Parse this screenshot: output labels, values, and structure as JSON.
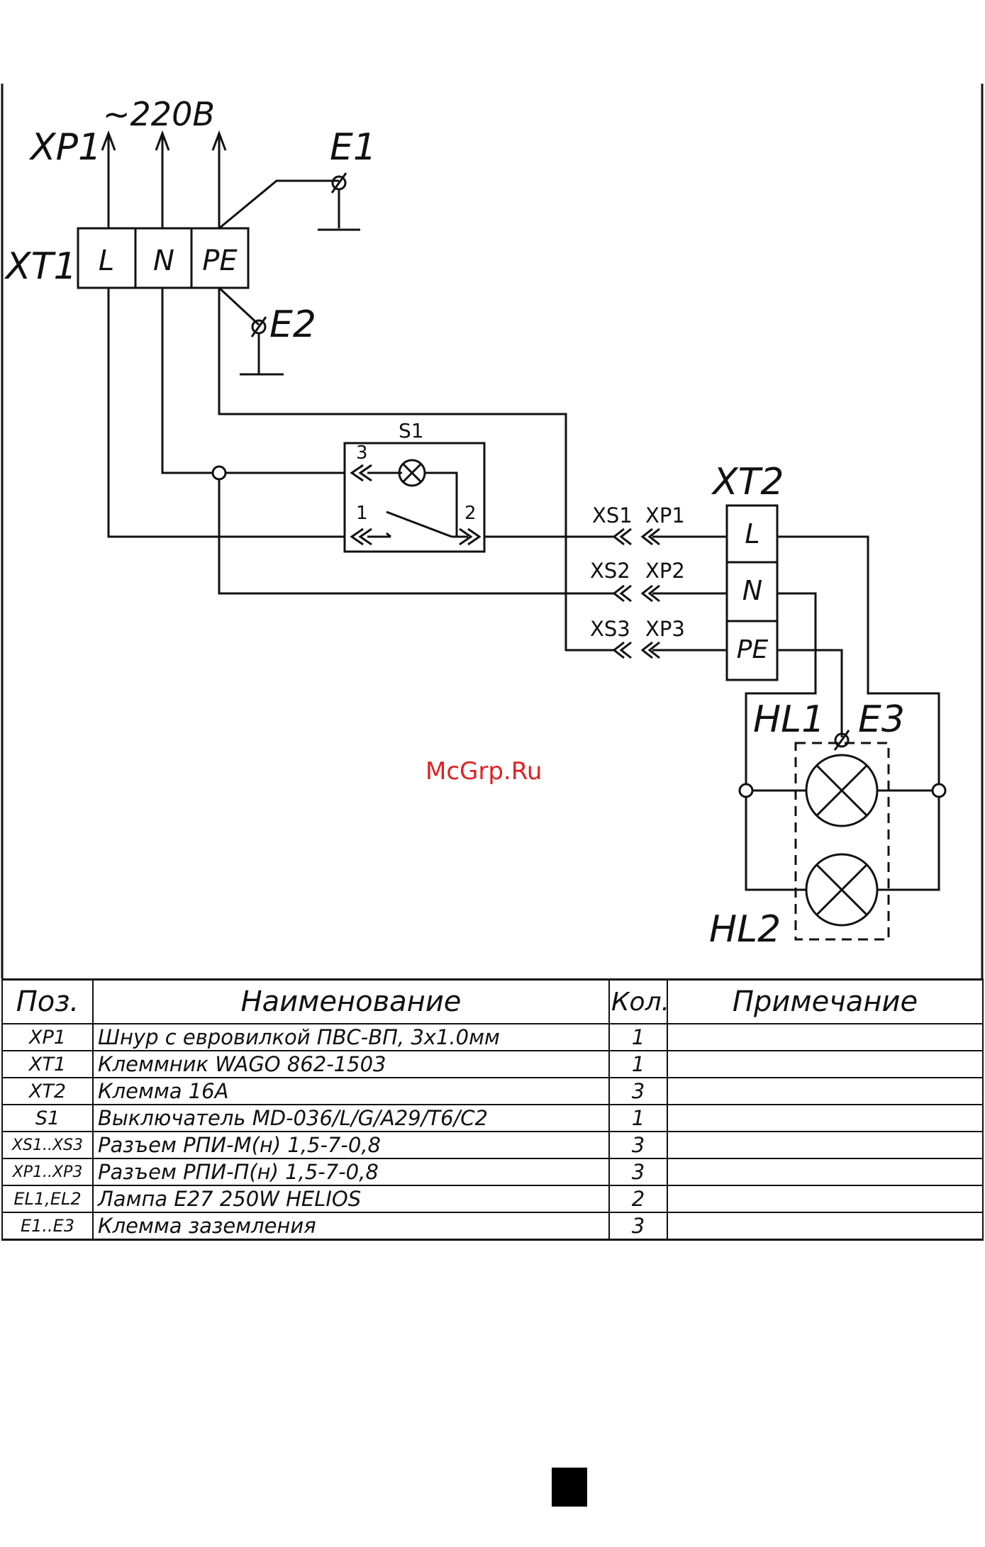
{
  "diagram": {
    "supply_label": "~220B",
    "xp1": "XP1",
    "xt1": "XT1",
    "xt1_terminals": [
      "L",
      "N",
      "PE"
    ],
    "e1": "E1",
    "e2": "E2",
    "e3": "E3",
    "s1": "S1",
    "s1_pins": [
      "3",
      "1",
      "2"
    ],
    "xt2": "XT2",
    "xt2_terminals": [
      "L",
      "N",
      "PE"
    ],
    "connectors": [
      {
        "socket": "XS1",
        "plug": "XP1"
      },
      {
        "socket": "XS2",
        "plug": "XP2"
      },
      {
        "socket": "XS3",
        "plug": "XP3"
      }
    ],
    "hl1": "HL1",
    "hl2": "HL2"
  },
  "table": {
    "headers": [
      "Поз.",
      "Наименование",
      "Кол.",
      "Примечание"
    ],
    "rows": [
      {
        "pos": "XP1",
        "name": "Шнур с евровилкой ПВС-ВП, 3х1.0мм",
        "qty": "1",
        "note": ""
      },
      {
        "pos": "XT1",
        "name": "Клеммник WAGO 862-1503",
        "qty": "1",
        "note": ""
      },
      {
        "pos": "XT2",
        "name": "Клемма 16А",
        "qty": "3",
        "note": ""
      },
      {
        "pos": "S1",
        "name": "Выключатель MD-036/L/G/A29/T6/C2",
        "qty": "1",
        "note": ""
      },
      {
        "pos": "XS1..XS3",
        "name": "Разъем РПИ-М(н) 1,5-7-0,8",
        "qty": "3",
        "note": ""
      },
      {
        "pos": "XP1..XP3",
        "name": "Разъем РПИ-П(н) 1,5-7-0,8",
        "qty": "3",
        "note": ""
      },
      {
        "pos": "EL1,EL2",
        "name": "Лампа E27 250W HELIOS",
        "qty": "2",
        "note": ""
      },
      {
        "pos": "E1..E3",
        "name": "Клемма заземления",
        "qty": "3",
        "note": ""
      }
    ]
  },
  "watermark": "McGrp.Ru"
}
